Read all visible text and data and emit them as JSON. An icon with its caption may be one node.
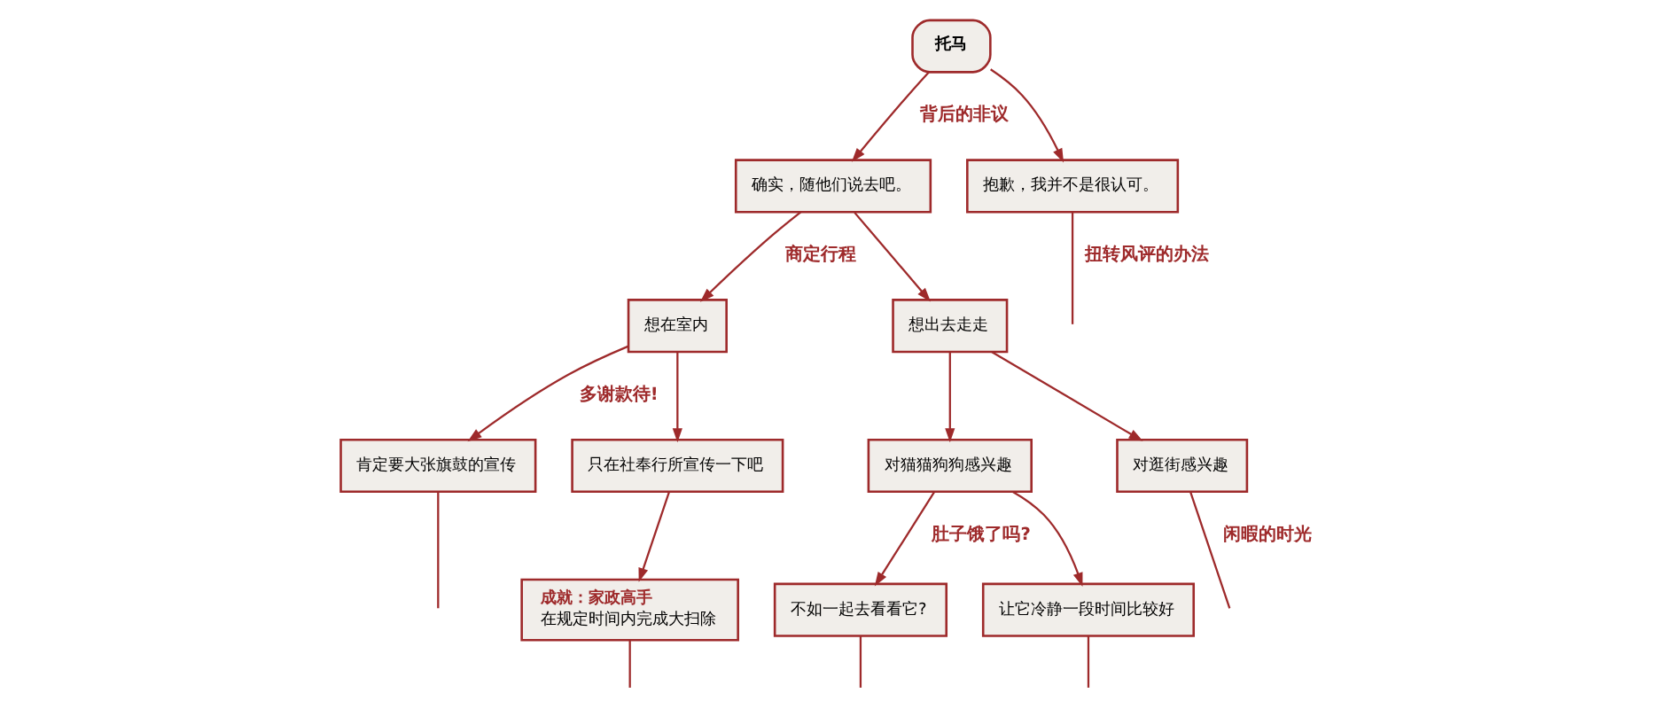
{
  "diagram": {
    "nodes": [
      {
        "text": [
          "托马"
        ]
      },
      {
        "text": [
          "确实，随他们说去吧。"
        ]
      },
      {
        "text": [
          "抱歉，我并不是很认可。"
        ]
      },
      {
        "text": [
          "想在室内"
        ]
      },
      {
        "text": [
          "想出去走走"
        ]
      },
      {
        "text": [
          "肯定要大张旗鼓的宣传"
        ]
      },
      {
        "text": [
          "只在社奉行所宣传一下吧"
        ]
      },
      {
        "text": [
          "对猫猫狗狗感兴趣"
        ]
      },
      {
        "text": [
          "对逛街感兴趣"
        ]
      },
      {
        "text": [
          "成就：家政高手",
          "在规定时间内完成大扫除"
        ]
      },
      {
        "text": [
          "不如一起去看看它?"
        ]
      },
      {
        "text": [
          "让它冷静一段时间比较好"
        ]
      }
    ],
    "edges": [
      {
        "from": 0,
        "to": 1,
        "arrow": "to",
        "label": "背后的非议"
      },
      {
        "from": 0,
        "to": 2,
        "arrow": "to"
      },
      {
        "from": 1,
        "to": 3,
        "arrow": "to",
        "label": "商定行程"
      },
      {
        "from": 1,
        "to": 4,
        "arrow": "to"
      },
      {
        "from": 2,
        "to": null,
        "arrow": "none",
        "label": "扭转风评的办法"
      },
      {
        "from": 3,
        "to": 5,
        "arrow": "to",
        "label": "多谢款待!"
      },
      {
        "from": 3,
        "to": 6,
        "arrow": "to"
      },
      {
        "from": 4,
        "to": 7,
        "arrow": "to"
      },
      {
        "from": 4,
        "to": 8,
        "arrow": "to"
      },
      {
        "from": 5,
        "to": null,
        "arrow": "none"
      },
      {
        "from": 6,
        "to": 9,
        "arrow": "to"
      },
      {
        "from": 7,
        "to": 10,
        "arrow": "to",
        "label": "肚子饿了吗?"
      },
      {
        "from": 7,
        "to": 11,
        "arrow": "to"
      },
      {
        "from": 8,
        "to": null,
        "arrow": "none",
        "label": "闲暇的时光"
      },
      {
        "from": 9,
        "to": null,
        "arrow": "none"
      },
      {
        "from": 10,
        "to": null,
        "arrow": "none"
      },
      {
        "from": 11,
        "to": null,
        "arrow": "none"
      }
    ]
  }
}
